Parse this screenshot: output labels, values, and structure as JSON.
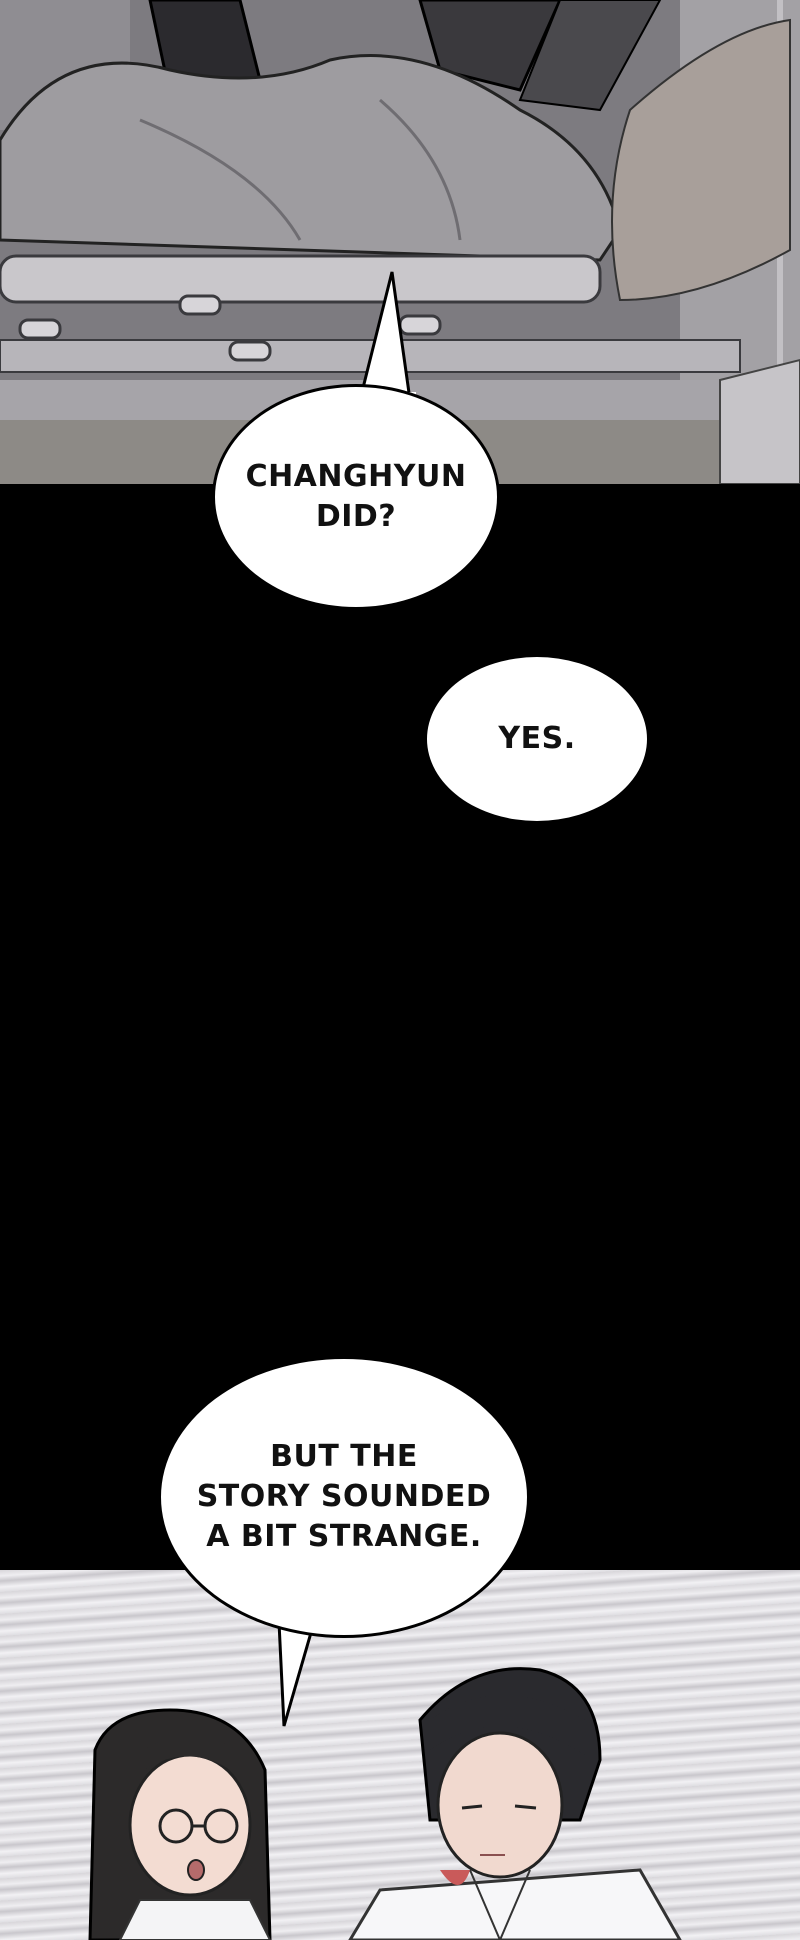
{
  "page": {
    "background": "#000000",
    "panels": [
      {
        "id": "hospital-bed",
        "description_colors": {
          "tone": "#8a888c"
        }
      },
      {
        "id": "black-space"
      },
      {
        "id": "two-doctors",
        "description_colors": {
          "tone": "#e6e5e8"
        }
      }
    ]
  },
  "dialogue": {
    "bubble1": "CHANGHYUN\nDID?",
    "bubble2": "YES.",
    "bubble3": "BUT THE\nSTORY SOUNDED\nA BIT STRANGE."
  },
  "colors": {
    "bubble_fill": "#ffffff",
    "bubble_outline": "#000000",
    "text": "#111111"
  }
}
